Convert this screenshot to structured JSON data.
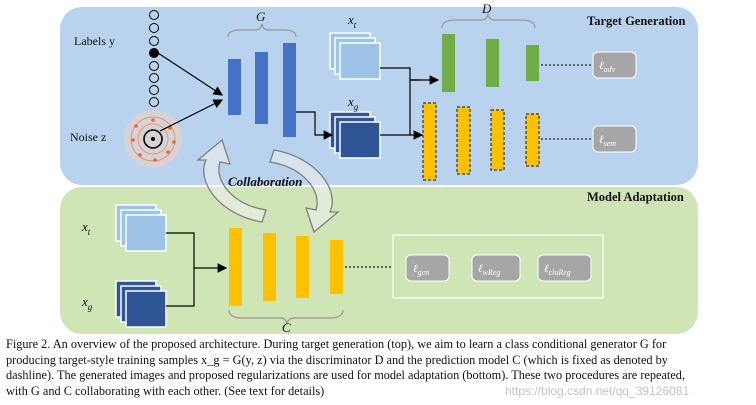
{
  "panels": {
    "top_title": "Target Generation",
    "bottom_title": "Model Adaptation"
  },
  "labels": {
    "labels_y": "Labels y",
    "noise_z": "Noise z",
    "G": "G",
    "D": "D",
    "C": "C",
    "x_t": "x",
    "x_t_sub": "t",
    "x_g": "x",
    "x_g_sub": "g",
    "collaboration": "Collaboration"
  },
  "losses": {
    "adv": {
      "main": "ℓ",
      "sub": "adv"
    },
    "sem": {
      "main": "ℓ",
      "sub": "sem"
    },
    "gen": {
      "main": "ℓ",
      "sub": "gen"
    },
    "wreg": {
      "main": "ℓ",
      "sub": "wReg"
    },
    "clureg": {
      "main": "ℓ",
      "sub": "cluReg"
    }
  },
  "colors": {
    "top_panel": "#b9d3ee",
    "bottom_panel": "#cfe5b6",
    "generator": "#4472c4",
    "discriminator": "#70ad47",
    "predictor": "#ffc000",
    "x_t_square": "#9dc3e6",
    "x_g_square": "#2f5597",
    "loss_box": "#a6a6a6"
  },
  "caption": {
    "lines": [
      "Figure 2. An overview of the proposed architecture.  During target generation (top), we aim to learn a class conditional generator G for",
      "producing target-style training samples x_g = G(y, z) via the discriminator D and the prediction model C (which is fixed as denoted by",
      "dashline). The generated images and proposed regularizations are used for model adaptation (bottom). These two procedures are repeated,",
      "with G and C collaborating with each other. (See text for details)"
    ]
  },
  "watermark": "https://blog.csdn.net/qq_39126081"
}
